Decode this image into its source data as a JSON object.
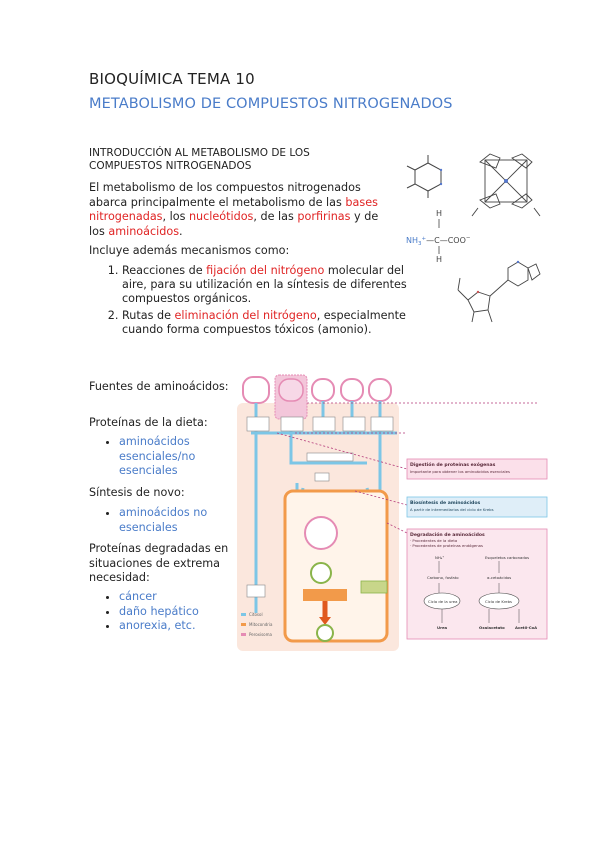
{
  "header": {
    "course_title": "BIOQUÍMICA TEMA 10",
    "topic_title": "METABOLISMO DE COMPUESTOS NITROGENADOS"
  },
  "intro": {
    "heading": "INTRODUCCIÓN AL METABOLISMO DE LOS COMPUESTOS NITROGENADOS",
    "p1_a": "El metabolismo de los compuestos nitrogenados abarca principalmente el metabolismo de las ",
    "p1_bases": "bases nitrogenadas",
    "p1_b": ", los ",
    "p1_nucleotidos": "nucleótidos",
    "p1_c": ", de las ",
    "p1_porfirinas": "porfirinas",
    "p1_d": " y de los ",
    "p1_aminoacidos": "aminoácidos",
    "p1_e": ".",
    "p2": "Incluye además mecanismos como:",
    "items": [
      {
        "a": "Reacciones de ",
        "hl": "fijación del nitrógeno",
        "b": " molecular del aire, para su utilización en la síntesis de diferentes compuestos orgánicos."
      },
      {
        "a": "Rutas de ",
        "hl": "eliminación del nitrógeno",
        "b": ", especialmente cuando forma compuestos tóxicos (amonio)."
      }
    ]
  },
  "fuentes": {
    "heading": "Fuentes de aminoácidos:",
    "dieta_label": "Proteínas de la dieta:",
    "dieta_items": [
      "aminoácidos esenciales/no esenciales"
    ],
    "novo_label": "Síntesis de novo:",
    "novo_items": [
      "aminoácidos no esenciales"
    ],
    "degradadas_label": "Proteínas degradadas en situaciones de extrema necesidad:",
    "degradadas_items": [
      "cáncer",
      "daño hepático",
      "anorexia, etc."
    ]
  },
  "molecules": {
    "amino_formula_left": "NH",
    "amino_formula_sub": "3",
    "amino_formula_sup": "+",
    "amino_formula_mid": "—C—COO",
    "amino_formula_minus": "−",
    "h_top": "H",
    "h_bottom": "H"
  },
  "figure": {
    "box1_title": "Digestión de proteínas exógenas",
    "box1_sub": "Importante para obtener los aminoácidos esenciales",
    "box2_title": "Biosíntesis de aminoácidos",
    "box2_sub": "A partir de intermediarios del ciclo de Krebs",
    "box3_title": "Degradación de aminoácidos",
    "box3_l1": "· Procedentes de la dieta",
    "box3_l2": "· Procedentes de proteínas endógenas",
    "box3_nh": "NH₄⁺",
    "box3_esq": "Esqueletos carbonados",
    "box3_carb": "Carbono, fosfato",
    "box3_ceto": "α-cetoácidos",
    "box3_ciclo_urea": "Ciclo de la urea",
    "box3_ciclo_krebs": "Ciclo de Krebs",
    "box3_urea": "Urea",
    "box3_oxal": "Oxalacetato",
    "box3_acetil": "Acetil-CoA",
    "legend_1": "Citosol",
    "legend_2": "Mitocondria",
    "legend_3": "Peroxisoma"
  },
  "colors": {
    "accent_blue": "#4a7cc9",
    "highlight_red": "#e02424",
    "figure_orange": "#f29a4a",
    "figure_pink": "#e58bb4",
    "figure_cyan": "#7cc6e6"
  }
}
